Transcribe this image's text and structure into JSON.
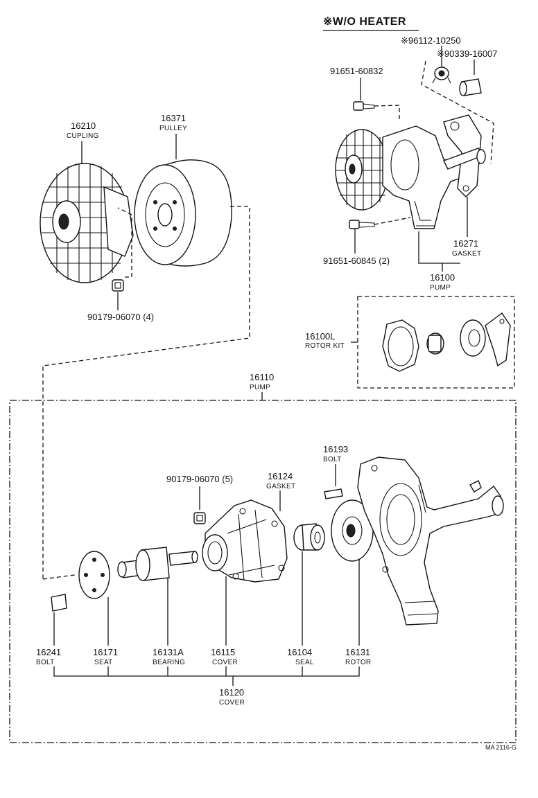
{
  "header": {
    "title": "※W/O  HEATER"
  },
  "labels": {
    "p96112": "※96112-10250",
    "p90339": "※90339-16007",
    "p91651a": "91651-60832",
    "p16210": {
      "num": "16210",
      "name": "CUPLING"
    },
    "p16371": {
      "num": "16371",
      "name": "PULLEY"
    },
    "p90179a": "90179-06070 (4)",
    "p91651b": "91651-60845 (2)",
    "p16271": {
      "num": "16271",
      "name": "GASKET"
    },
    "p16100": {
      "num": "16100",
      "name": "PUMP"
    },
    "p16100L": {
      "num": "16100L",
      "name": "ROTOR KIT"
    },
    "p16110": {
      "num": "16110",
      "name": "PUMP"
    },
    "p16193": {
      "num": "16193",
      "name": "BOLT"
    },
    "p90179b": "90179-06070 (5)",
    "p16124": {
      "num": "16124",
      "name": "GASKET"
    },
    "p16241": {
      "num": "16241",
      "name": "BOLT"
    },
    "p16171": {
      "num": "16171",
      "name": "SEAT"
    },
    "p16131A": {
      "num": "16131A",
      "name": "BEARING"
    },
    "p16115": {
      "num": "16115",
      "name": "COVER"
    },
    "p16104": {
      "num": "16104",
      "name": "SEAL"
    },
    "p16131": {
      "num": "16131",
      "name": "ROTOR"
    },
    "p16120": {
      "num": "16120",
      "name": "COVER"
    }
  },
  "footer": {
    "code": "MA 2116-G"
  }
}
